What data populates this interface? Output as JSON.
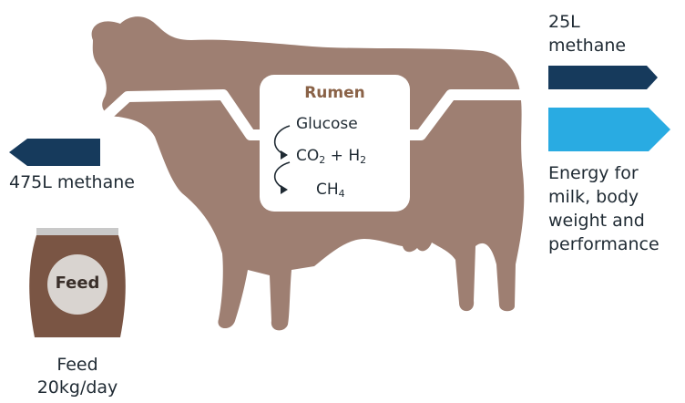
{
  "rumen": {
    "title": "Rumen",
    "glucose": "Glucose",
    "co2": {
      "base": "CO",
      "sub": "2"
    },
    "plus": " + ",
    "h2": {
      "base": "H",
      "sub": "2"
    },
    "ch4": {
      "base": "CH",
      "sub": "4"
    }
  },
  "left_output": {
    "label": "475L methane"
  },
  "right_outputs": {
    "methane_line1": "25L",
    "methane_line2": "methane",
    "energy_lines": [
      "Energy for",
      "milk, body",
      "weight and",
      "performance"
    ]
  },
  "feed": {
    "bag_label": "Feed",
    "caption_line1": "Feed",
    "caption_line2": "20kg/day"
  },
  "colors": {
    "cow": "#9e7f72",
    "dark_arrow": "#163a5c",
    "light_arrow": "#29abe2",
    "bag": "#7a5544",
    "bag_top": "#c9c9c9",
    "bag_circle": "#d9d4d0",
    "rumen_title": "#8a6247"
  }
}
